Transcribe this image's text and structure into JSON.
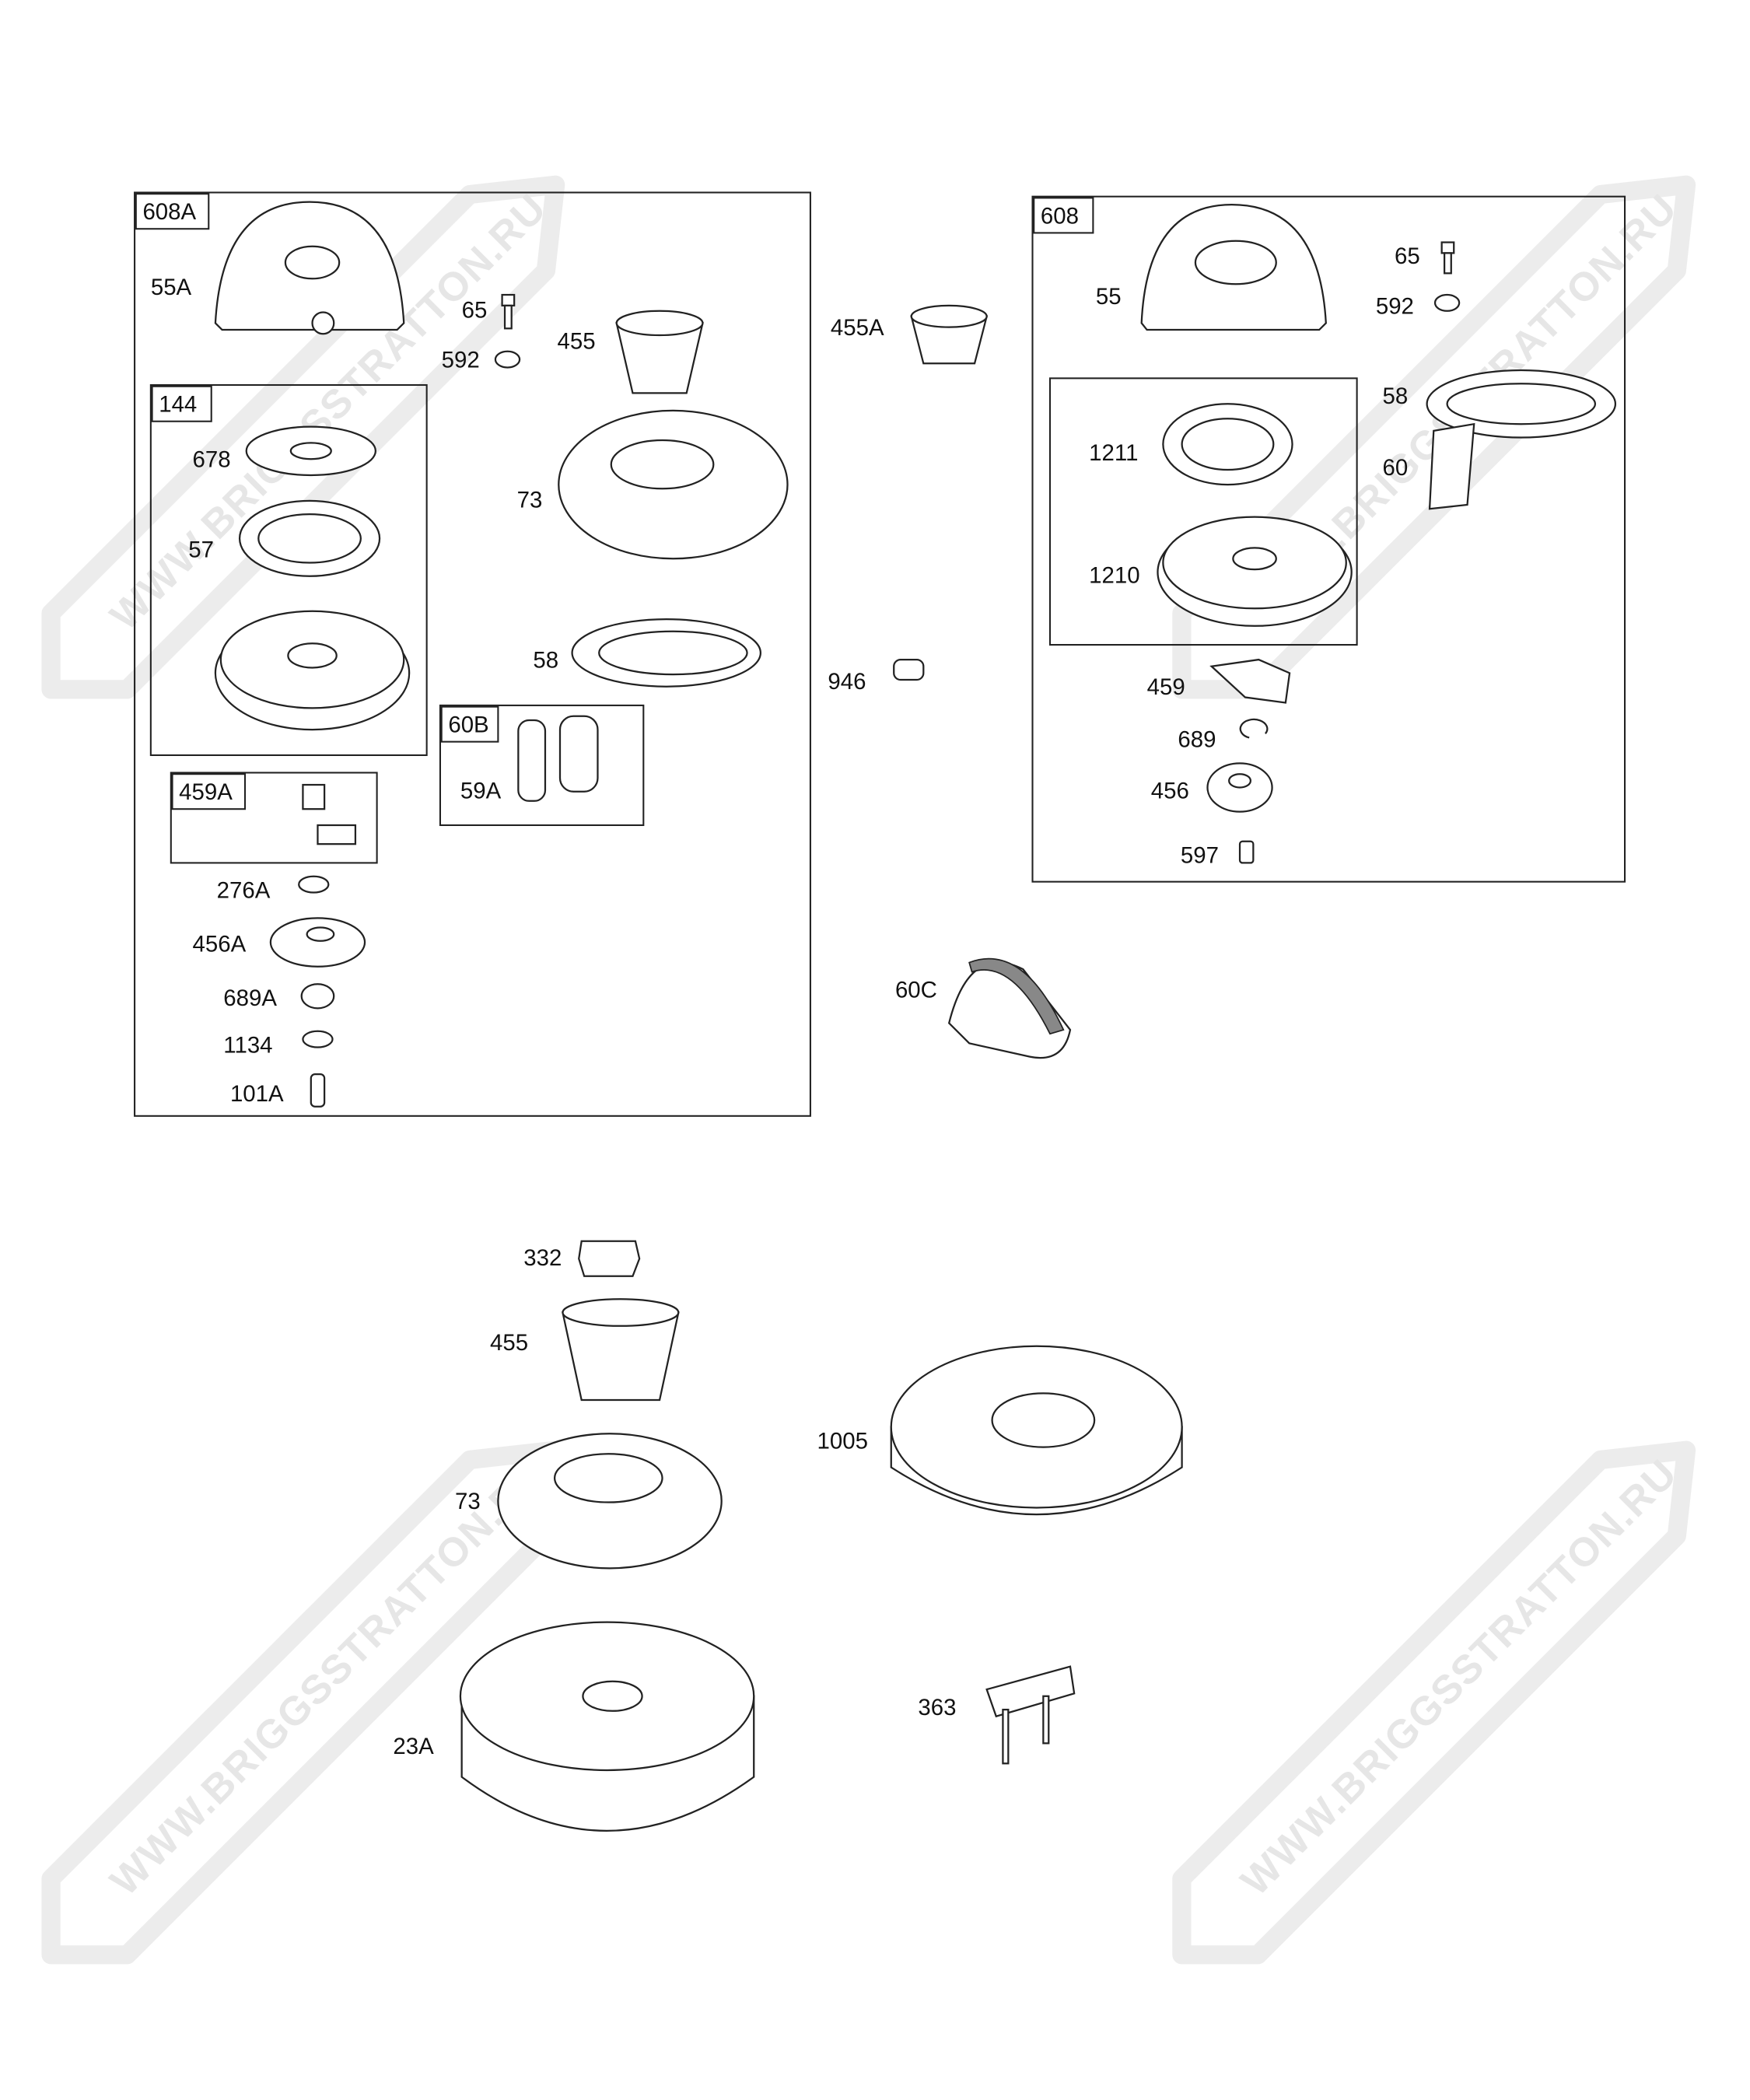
{
  "watermark": "WWW.BRIGGSSTRATTON.RU",
  "groups": {
    "g608A": {
      "tag": "608A",
      "labels": [
        "55A",
        "65",
        "592",
        "455",
        "73",
        "58"
      ]
    },
    "g144": {
      "tag": "144",
      "labels": [
        "678",
        "57"
      ]
    },
    "g60B": {
      "tag": "60B",
      "labels": [
        "59A"
      ]
    },
    "g459A": {
      "tag": "459A",
      "labels": []
    },
    "g608A_lower": {
      "labels": [
        "276A",
        "456A",
        "689A",
        "1134",
        "101A"
      ]
    },
    "g608": {
      "tag": "608",
      "labels": [
        "55",
        "65",
        "592",
        "58",
        "60",
        "459",
        "689",
        "456",
        "597"
      ]
    },
    "g608_inner": {
      "labels": [
        "1211",
        "1210"
      ]
    },
    "loose": {
      "labels": [
        "455A",
        "946",
        "60C",
        "332",
        "455",
        "73",
        "23A",
        "1005",
        "363"
      ]
    }
  }
}
